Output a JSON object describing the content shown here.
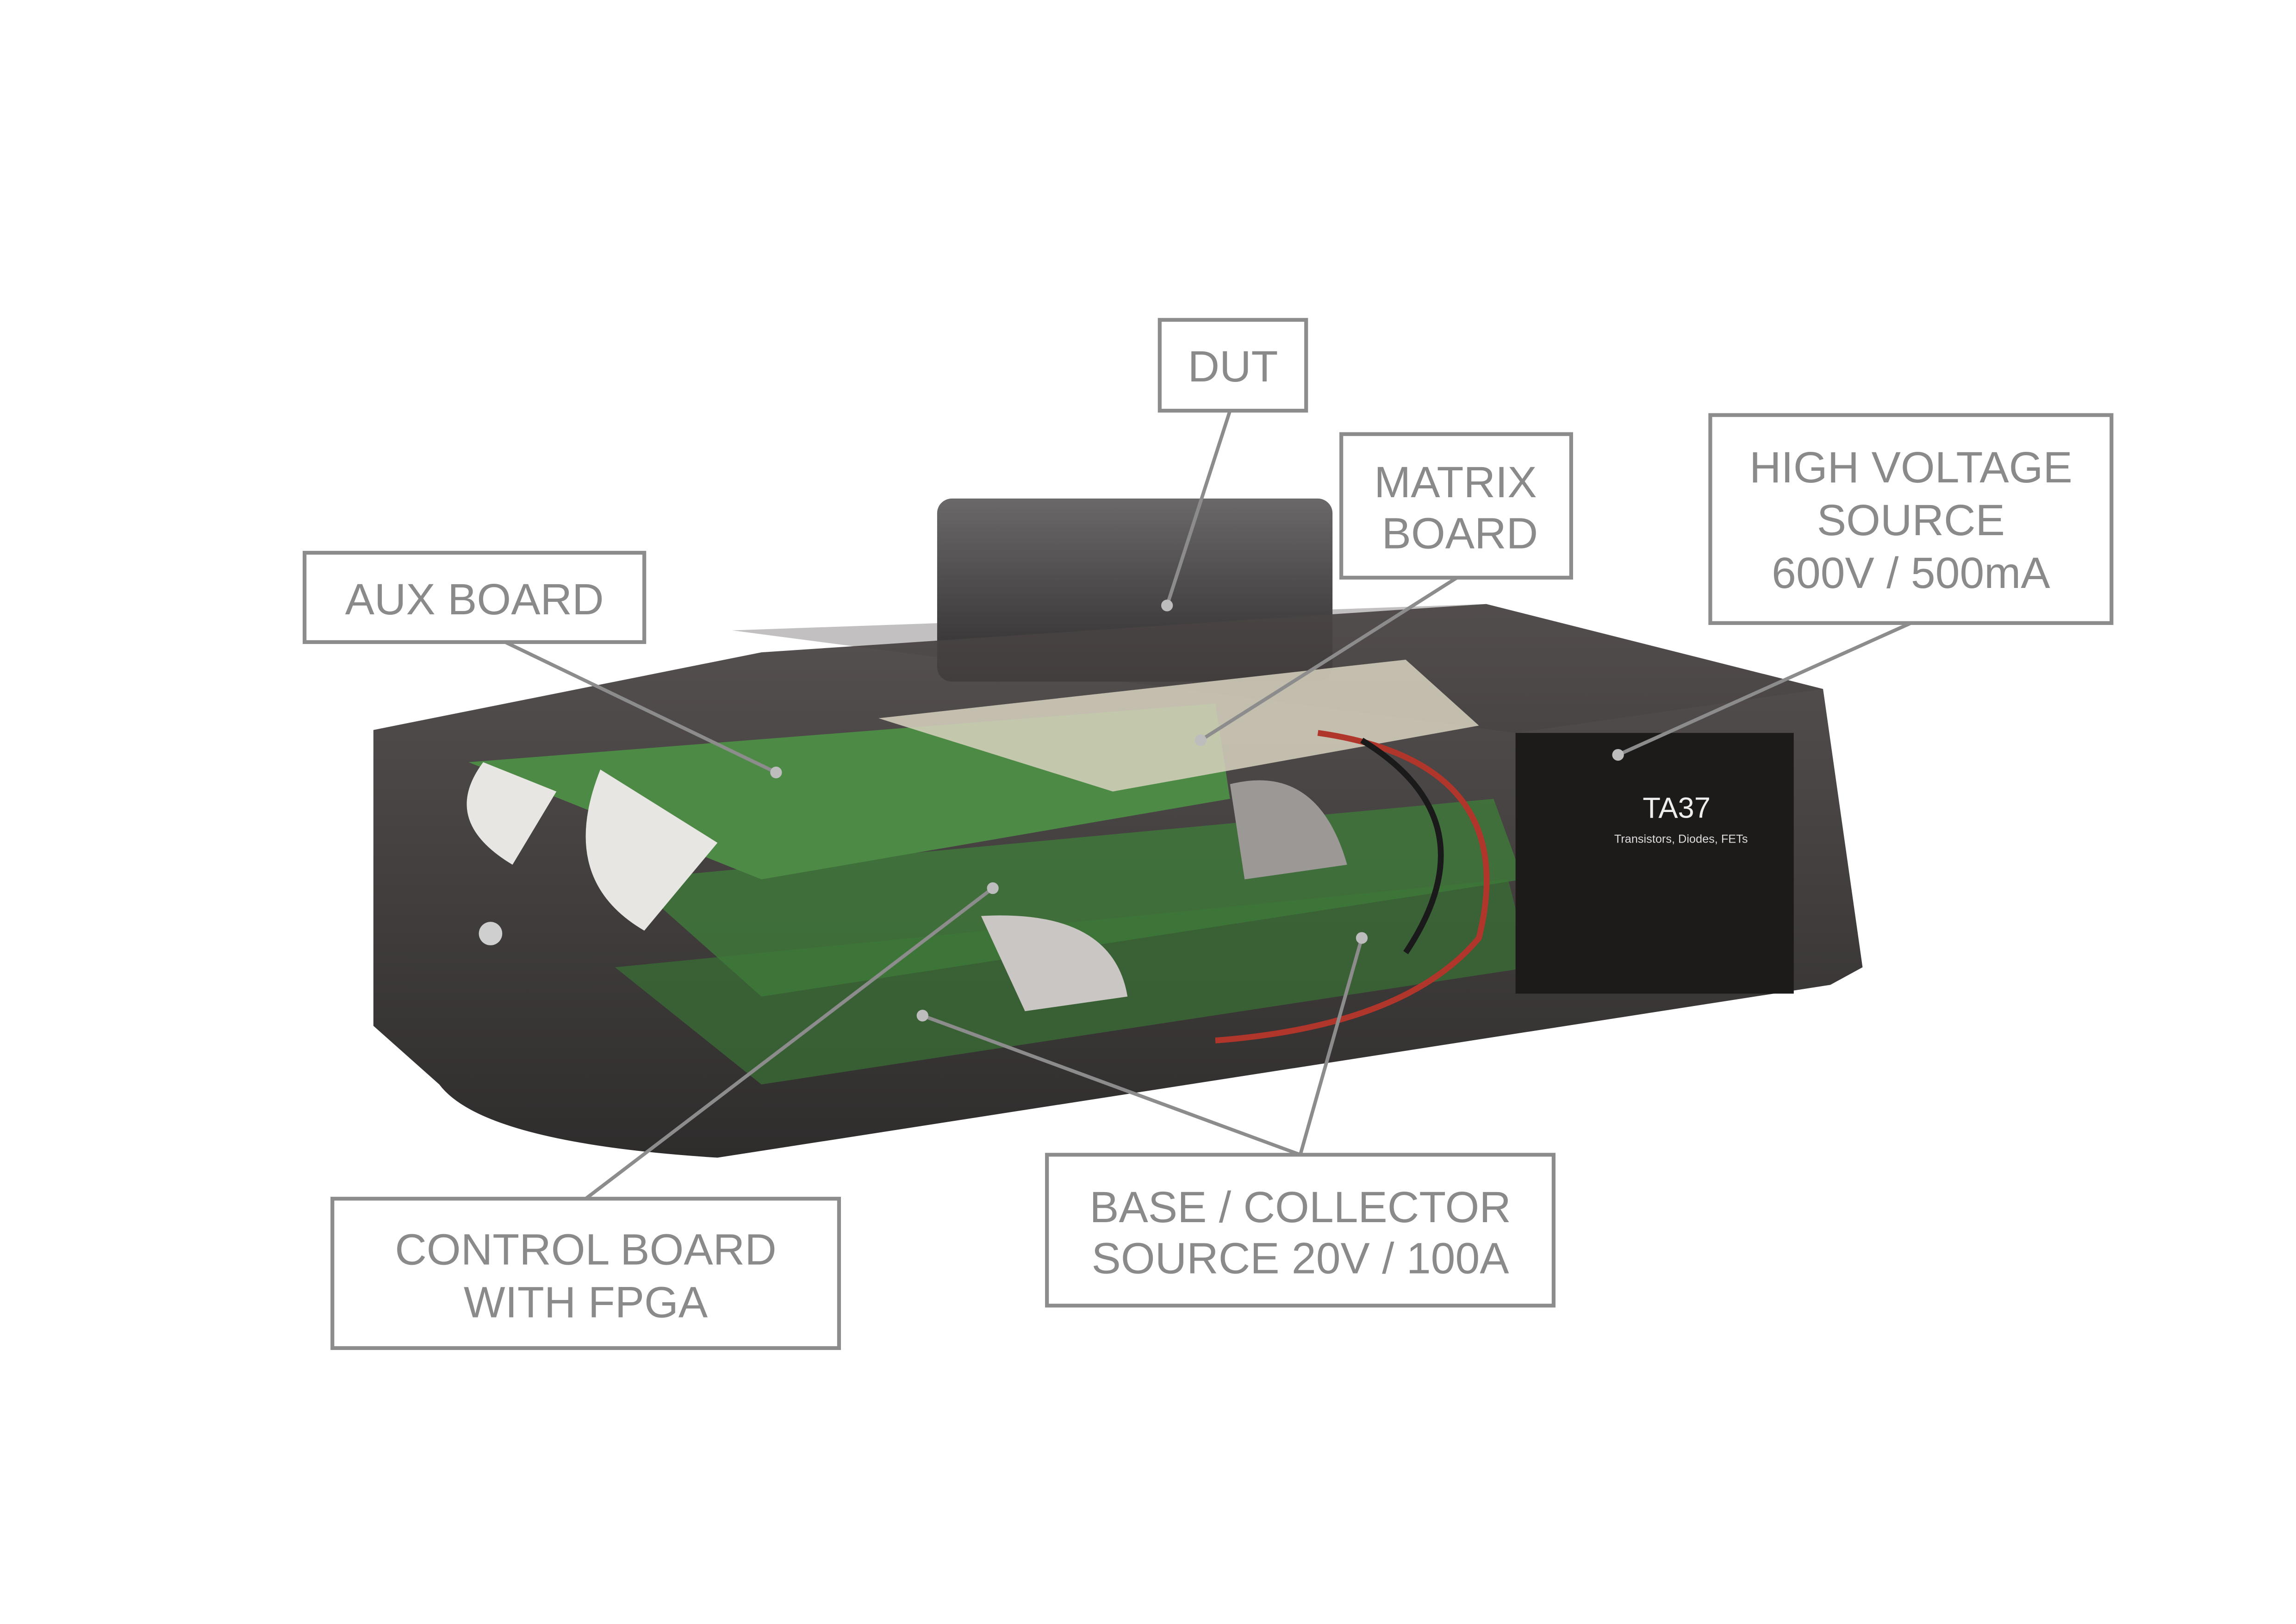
{
  "device": {
    "model": "TA37",
    "subtitle": "Transistors, Diodes, FETs"
  },
  "labels": {
    "dut": [
      "DUT"
    ],
    "matrix": [
      "MATRIX",
      "BOARD"
    ],
    "hv": [
      "HIGH VOLTAGE",
      "SOURCE",
      "600V / 500mA"
    ],
    "aux": [
      "AUX BOARD"
    ],
    "control": [
      "CONTROL BOARD",
      "WITH FPGA"
    ],
    "base": [
      "BASE / COLLECTOR",
      "SOURCE 20V / 100A"
    ]
  },
  "colors": {
    "label": "#8a8a8a",
    "case": "#2b2726",
    "pcb": "#3f7a3a"
  }
}
